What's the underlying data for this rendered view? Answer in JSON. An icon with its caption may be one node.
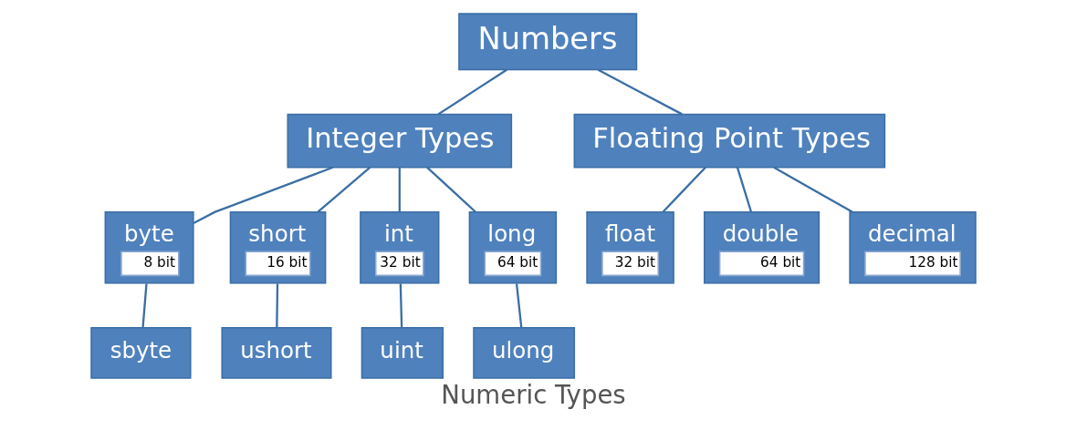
{
  "diagram": {
    "caption": "Numeric Types",
    "nodes": [
      {
        "text": [
          "Numbers"
        ]
      },
      {
        "text": [
          "Integer Types"
        ]
      },
      {
        "text": [
          "Floating Point Types"
        ]
      },
      {
        "text": [
          "byte",
          "8 bit"
        ]
      },
      {
        "text": [
          "short",
          "16 bit"
        ]
      },
      {
        "text": [
          "int",
          "32 bit"
        ]
      },
      {
        "text": [
          "long",
          "64 bit"
        ]
      },
      {
        "text": [
          "float",
          "32 bit"
        ]
      },
      {
        "text": [
          "double",
          "64 bit"
        ]
      },
      {
        "text": [
          "decimal",
          "128 bit"
        ]
      },
      {
        "text": [
          "sbyte"
        ]
      },
      {
        "text": [
          "ushort"
        ]
      },
      {
        "text": [
          "uint"
        ]
      },
      {
        "text": [
          "ulong"
        ]
      }
    ],
    "edges": [
      {
        "from": 0,
        "to": 1,
        "arrow": "none"
      },
      {
        "from": 0,
        "to": 2,
        "arrow": "none"
      },
      {
        "from": 1,
        "to": 3,
        "arrow": "none"
      },
      {
        "from": 1,
        "to": 4,
        "arrow": "none"
      },
      {
        "from": 1,
        "to": 5,
        "arrow": "none"
      },
      {
        "from": 1,
        "to": 6,
        "arrow": "none"
      },
      {
        "from": 2,
        "to": 7,
        "arrow": "none"
      },
      {
        "from": 2,
        "to": 8,
        "arrow": "none"
      },
      {
        "from": 2,
        "to": 9,
        "arrow": "none"
      },
      {
        "from": 3,
        "to": 10,
        "arrow": "none"
      },
      {
        "from": 4,
        "to": 11,
        "arrow": "none"
      },
      {
        "from": 5,
        "to": 12,
        "arrow": "none"
      },
      {
        "from": 6,
        "to": 13,
        "arrow": "none"
      }
    ]
  }
}
